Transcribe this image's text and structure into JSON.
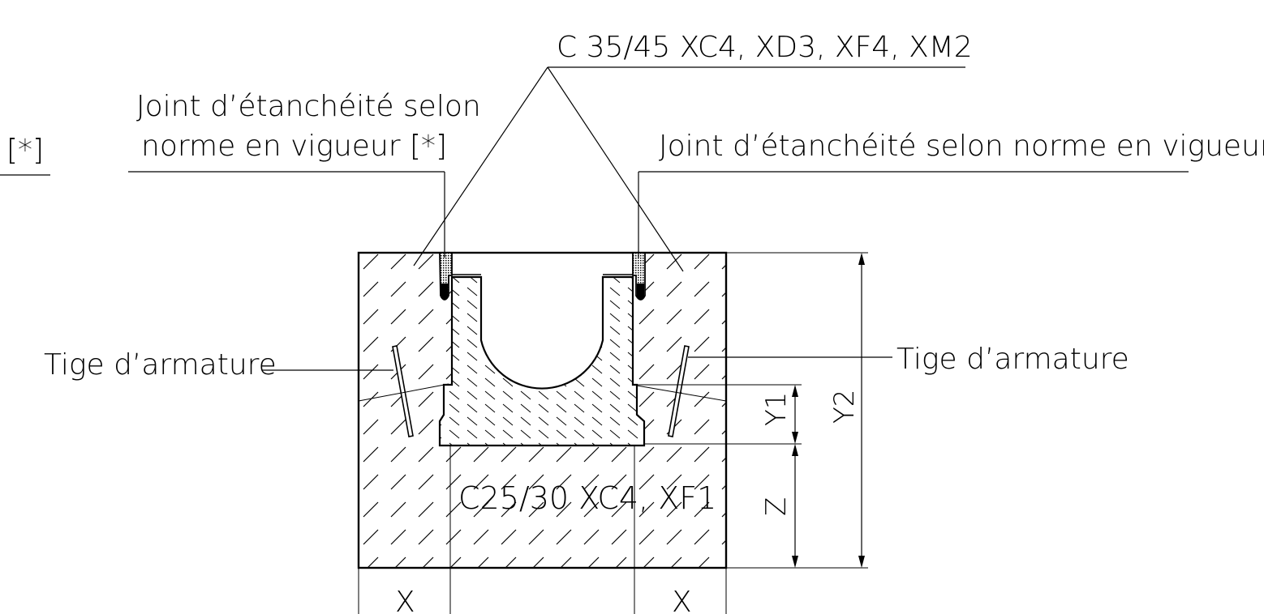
{
  "labels": {
    "concrete_top": "C 35/45 XC4, XD3, XF4, XM2",
    "joint_left_line1": "Joint d’étanchéité selon",
    "joint_left_line2": "norme en vigueur [*]",
    "joint_right": "Joint d’étanchéité selon norme en vigueur [*",
    "far_left_fragment": "[*]",
    "rebar_left": "Tige d’armature",
    "rebar_right": "Tige d’armature",
    "concrete_bottom": "C25/30 XC4, XF1",
    "dim_x_left": "X",
    "dim_x_right": "X",
    "dim_y1": "Y1",
    "dim_y2": "Y2",
    "dim_z": "Z"
  }
}
